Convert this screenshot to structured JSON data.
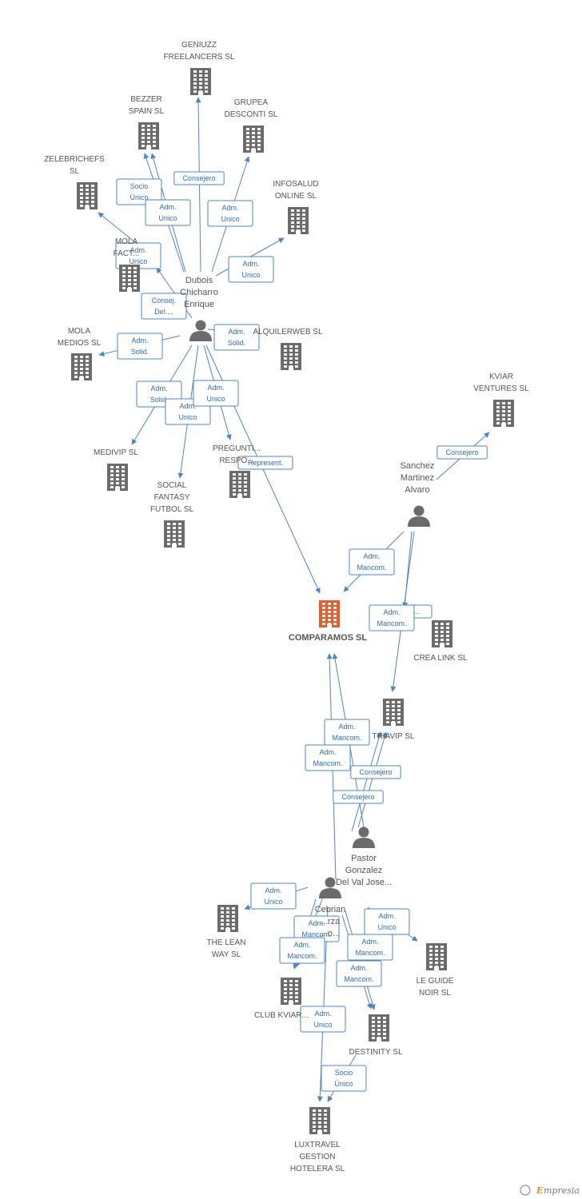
{
  "colors": {
    "building": "#6b6b6b",
    "building_focus": "#f05a28",
    "person": "#6b6b6b",
    "edge": "#4a86c8"
  },
  "companies": [
    {
      "id": "geniuzz",
      "label": [
        "GENIUZZ",
        "FREELANCERS SL"
      ]
    },
    {
      "id": "bezzer",
      "label": [
        "BEZZER",
        "SPAIN SL"
      ]
    },
    {
      "id": "grupea",
      "label": [
        "GRUPEA",
        "DESCONTI SL"
      ]
    },
    {
      "id": "zelebrichefs",
      "label": [
        "ZELEBRICHEFS",
        "SL"
      ]
    },
    {
      "id": "infosalud",
      "label": [
        "INFOSALUD",
        "ONLINE SL"
      ]
    },
    {
      "id": "molafact",
      "label": [
        "MOLA",
        "FACT..."
      ]
    },
    {
      "id": "molamedios",
      "label": [
        "MOLA",
        "MEDIOS SL"
      ]
    },
    {
      "id": "alquilerweb",
      "label": [
        "ALQUILERWEB SL"
      ]
    },
    {
      "id": "medivip",
      "label": [
        "MEDIVIP SL"
      ]
    },
    {
      "id": "socialfantasy",
      "label": [
        "SOCIAL",
        "FANTASY",
        "FUTBOL SL"
      ]
    },
    {
      "id": "preguntis",
      "label": [
        "PREGUNTI...",
        "RESPO..."
      ]
    },
    {
      "id": "kviarventures",
      "label": [
        "KVIAR",
        "VENTURES SL"
      ]
    },
    {
      "id": "comparamos",
      "label": [
        "COMPARAMOS SL"
      ],
      "focus": true
    },
    {
      "id": "crealink",
      "label": [
        "CREA LINK SL"
      ]
    },
    {
      "id": "triavip",
      "label": [
        "TRIAVIP SL"
      ]
    },
    {
      "id": "theleanway",
      "label": [
        "THE LEAN",
        "WAY SL"
      ]
    },
    {
      "id": "leguidenoir",
      "label": [
        "LE GUIDE",
        "NOIR SL"
      ]
    },
    {
      "id": "clubkviar",
      "label": [
        "CLUB KVIAR..."
      ]
    },
    {
      "id": "destinity",
      "label": [
        "DESTINITY SL"
      ]
    },
    {
      "id": "luxtravel",
      "label": [
        "LUXTRAVEL",
        "GESTION",
        "HOTELERA SL"
      ]
    }
  ],
  "persons": [
    {
      "id": "dubois",
      "label": [
        "Dubois",
        "Chicharro",
        "Enrique"
      ]
    },
    {
      "id": "sanchez",
      "label": [
        "Sanchez",
        "Martinez",
        "Alvaro"
      ]
    },
    {
      "id": "pastor",
      "label": [
        "Pastor",
        "Gonzalez",
        "Del Val Jose..."
      ]
    },
    {
      "id": "cebrian",
      "label": [
        "Cebrian",
        "...rza",
        "...o..."
      ]
    }
  ],
  "edges": [
    {
      "label": [
        "Consejero"
      ]
    },
    {
      "label": [
        "Socio",
        "Único"
      ]
    },
    {
      "label": [
        "Adm.",
        "Unico"
      ]
    },
    {
      "label": [
        "Adm.",
        "Unico"
      ]
    },
    {
      "label": [
        "Adm.",
        "Unico"
      ]
    },
    {
      "label": [
        "Adm.",
        "Unico"
      ]
    },
    {
      "label": [
        "Consej.",
        "Del...."
      ]
    },
    {
      "label": [
        "Adm.",
        "Solid."
      ]
    },
    {
      "label": [
        "Adm.",
        "Solid."
      ]
    },
    {
      "label": [
        "Adm.",
        "Solid."
      ]
    },
    {
      "label": [
        "Adm.",
        "Unico"
      ]
    },
    {
      "label": [
        "Adm.",
        "Unico"
      ]
    },
    {
      "label": [
        "Represent."
      ]
    },
    {
      "label": [
        "Consejero"
      ]
    },
    {
      "label": [
        "Adm.",
        "Mancom."
      ]
    },
    {
      "label": [
        "Consej...."
      ]
    },
    {
      "label": [
        "Adm.",
        "Mancom."
      ]
    },
    {
      "label": [
        "Adm.",
        "Mancom."
      ]
    },
    {
      "label": [
        "Adm.",
        "Mancom."
      ]
    },
    {
      "label": [
        "Consejero"
      ]
    },
    {
      "label": [
        "Consejero"
      ]
    },
    {
      "label": [
        "Adm.",
        "Unico"
      ]
    },
    {
      "label": [
        "Adm.",
        "Mancom."
      ]
    },
    {
      "label": [
        "Adm.",
        "Mancom."
      ]
    },
    {
      "label": [
        "Adm.",
        "Unico"
      ]
    },
    {
      "label": [
        "Adm.",
        "Mancom."
      ]
    },
    {
      "label": [
        "Adm.",
        "Mancom."
      ]
    },
    {
      "label": [
        "Adm.",
        "Unico"
      ]
    },
    {
      "label": [
        "Socio",
        "Único"
      ]
    }
  ],
  "footer": {
    "copyright": "©",
    "brand_initial": "E",
    "brand_rest": "mpresia"
  }
}
